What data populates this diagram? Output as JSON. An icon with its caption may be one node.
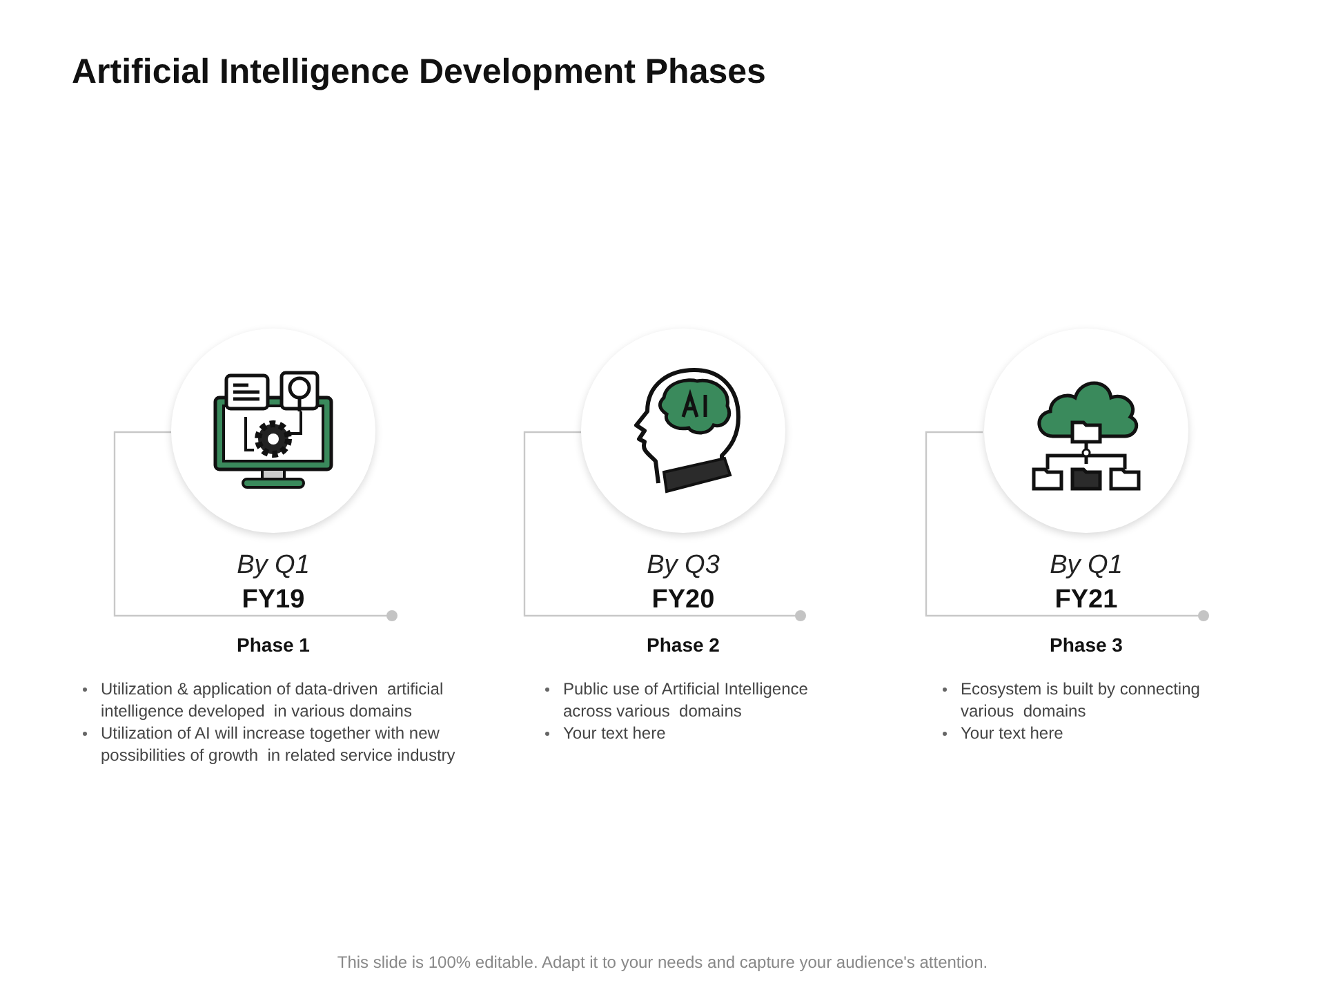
{
  "diagram": {
    "title": "Artificial Intelligence Development Phases",
    "caption": "This slide is 100% editable. Adapt it to your needs and capture your audience's attention.",
    "labels": [
      "By Q1",
      "FY19",
      "Phase 1",
      "Utilization & application of data-driven  artificial intelligence developed  in various domains",
      "Utilization of AI will increase together with new possibilities of growth  in related service industry",
      "By Q3",
      "FY20",
      "Phase 2",
      "Public use of Artificial Intelligence across various  domains",
      "Your text here",
      "By Q1",
      "FY21",
      "Phase 3",
      "Ecosystem is built by connecting various  domains",
      "Your text here"
    ]
  }
}
